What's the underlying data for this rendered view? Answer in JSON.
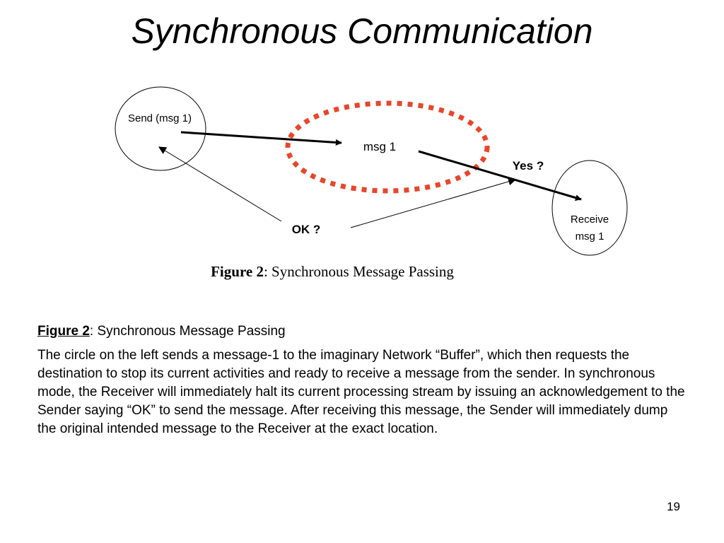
{
  "slide": {
    "title": "Synchronous Communication",
    "page_number": "19"
  },
  "diagram": {
    "sender_label": "Send (msg 1)",
    "buffer_label": "msg 1",
    "receiver_label_line1": "Receive",
    "receiver_label_line2": "msg 1",
    "ok_label": "OK ?",
    "yes_label": "Yes ?",
    "buffer_outline_color": "#e8462a",
    "caption_bold": "Figure 2",
    "caption_text": ": Synchronous Message Passing"
  },
  "description": {
    "heading_bold": "Figure 2",
    "heading_text": ": Synchronous Message Passing",
    "paragraph": "The circle on the left sends a message-1 to the imaginary Network “Buffer”, which then requests the destination to stop its current activities and ready to receive a message from the sender. In synchronous mode, the Receiver will immediately halt its current processing stream by issuing an acknowledgement to the Sender saying “OK” to send the message. After receiving this message, the Sender will immediately dump the original intended message to the Receiver at the exact location."
  }
}
